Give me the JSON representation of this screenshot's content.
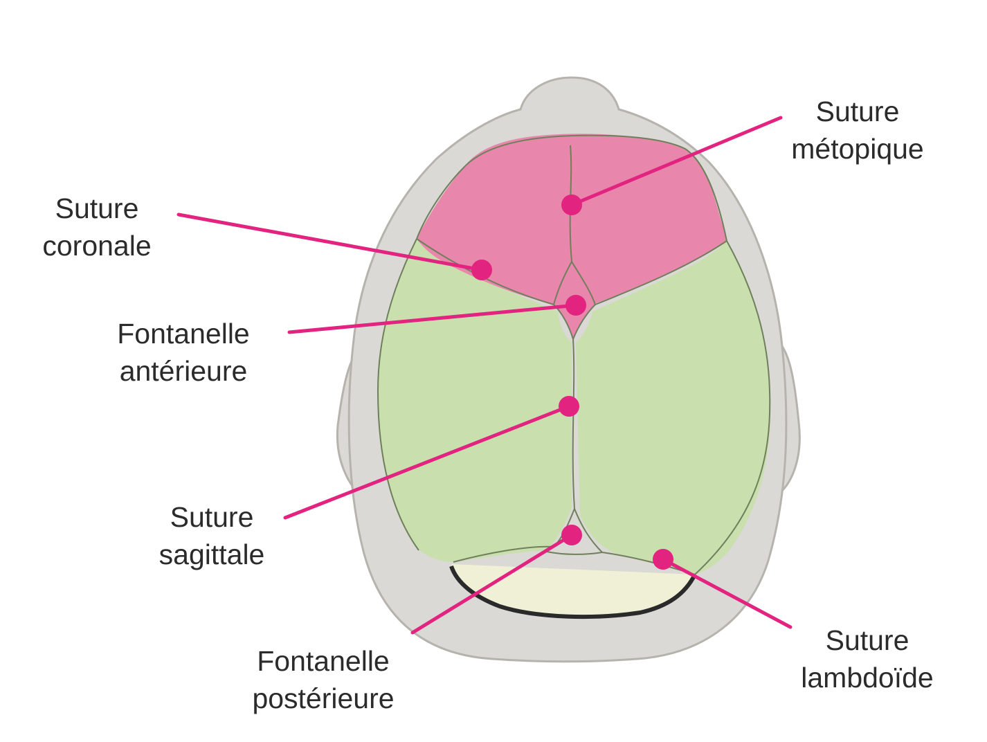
{
  "colors": {
    "skin": "#dad9d5",
    "skin_outline": "#b6b3ad",
    "frontal_bone": "#e886ac",
    "parietal_bone": "#c9dfae",
    "occipital_bone": "#f0f0d6",
    "suture_line": "#6f7f5c",
    "leader": "#e2237f",
    "text": "#2b2b2b"
  },
  "labels": [
    {
      "id": "suture-metopique",
      "lines": [
        "Suture",
        "métopique"
      ]
    },
    {
      "id": "suture-coronale",
      "lines": [
        "Suture",
        "coronale"
      ]
    },
    {
      "id": "fontanelle-anterieure",
      "lines": [
        "Fontanelle",
        "antérieure"
      ]
    },
    {
      "id": "suture-sagittale",
      "lines": [
        "Suture",
        "sagittale"
      ]
    },
    {
      "id": "fontanelle-posterieure",
      "lines": [
        "Fontanelle",
        "postérieure"
      ]
    },
    {
      "id": "suture-lambdoide",
      "lines": [
        "Suture",
        "lambdoïde"
      ]
    }
  ]
}
